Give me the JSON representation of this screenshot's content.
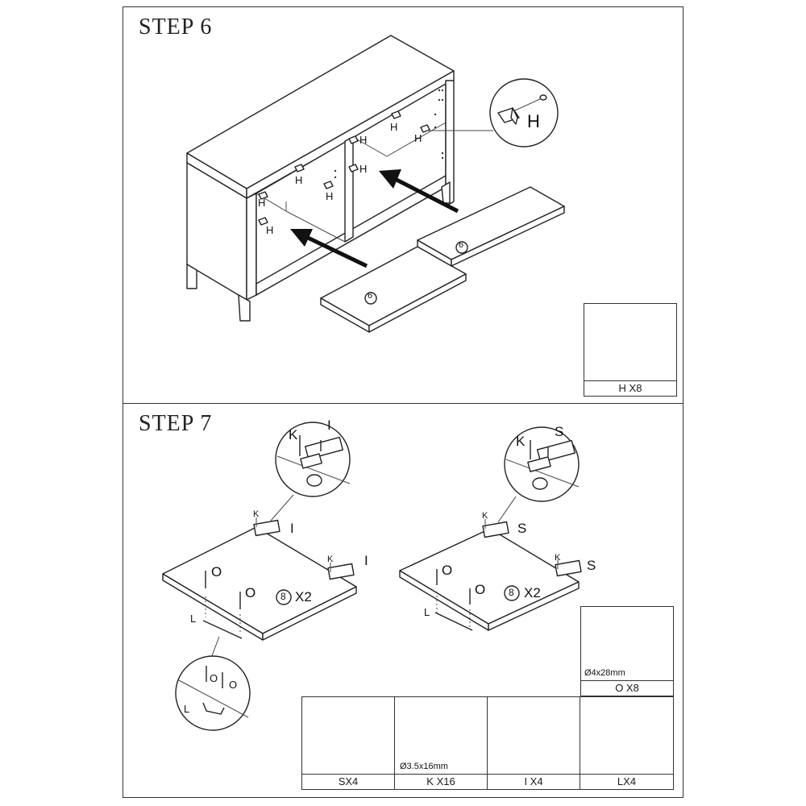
{
  "step6": {
    "title": "STEP 6",
    "panel_number": "6",
    "hardware_label": "H",
    "parts": {
      "caption": "H X8",
      "part": "shelf-pin"
    }
  },
  "step7": {
    "title": "STEP 7",
    "door_badge": "8",
    "door_multiplier": "X2",
    "labels": {
      "K": "K",
      "I": "I",
      "S": "S",
      "O": "O",
      "L": "L"
    },
    "parts": [
      {
        "caption": "SX4",
        "part": "hinge-s",
        "dimension": ""
      },
      {
        "caption": "K X16",
        "part": "screw-k",
        "dimension": "Ø3.5x16mm"
      },
      {
        "caption": "I X4",
        "part": "hinge-i",
        "dimension": ""
      },
      {
        "caption": "LX4",
        "part": "handle-l",
        "dimension": ""
      }
    ],
    "bolt": {
      "caption": "O X8",
      "dimension": "Ø4x28mm"
    }
  }
}
